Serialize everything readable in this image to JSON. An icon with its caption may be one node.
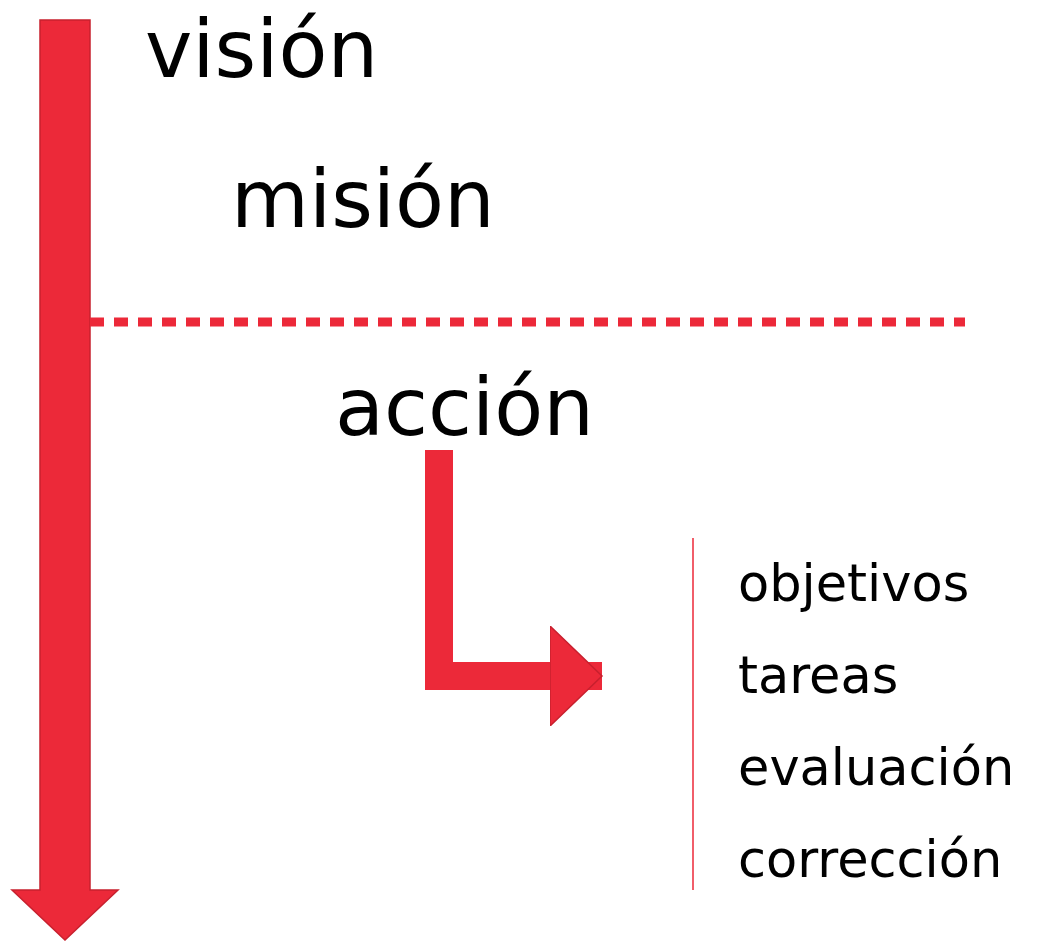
{
  "diagram": {
    "nodes": [
      {
        "text": [
          "visión"
        ]
      },
      {
        "text": [
          "misión"
        ]
      },
      {
        "text": [
          "acción"
        ]
      },
      {
        "text": [
          "objetivos",
          "tareas",
          "evaluación",
          "corrección"
        ]
      }
    ],
    "edges": [
      {
        "from": 2,
        "to": 3,
        "arrow": "to"
      }
    ]
  }
}
